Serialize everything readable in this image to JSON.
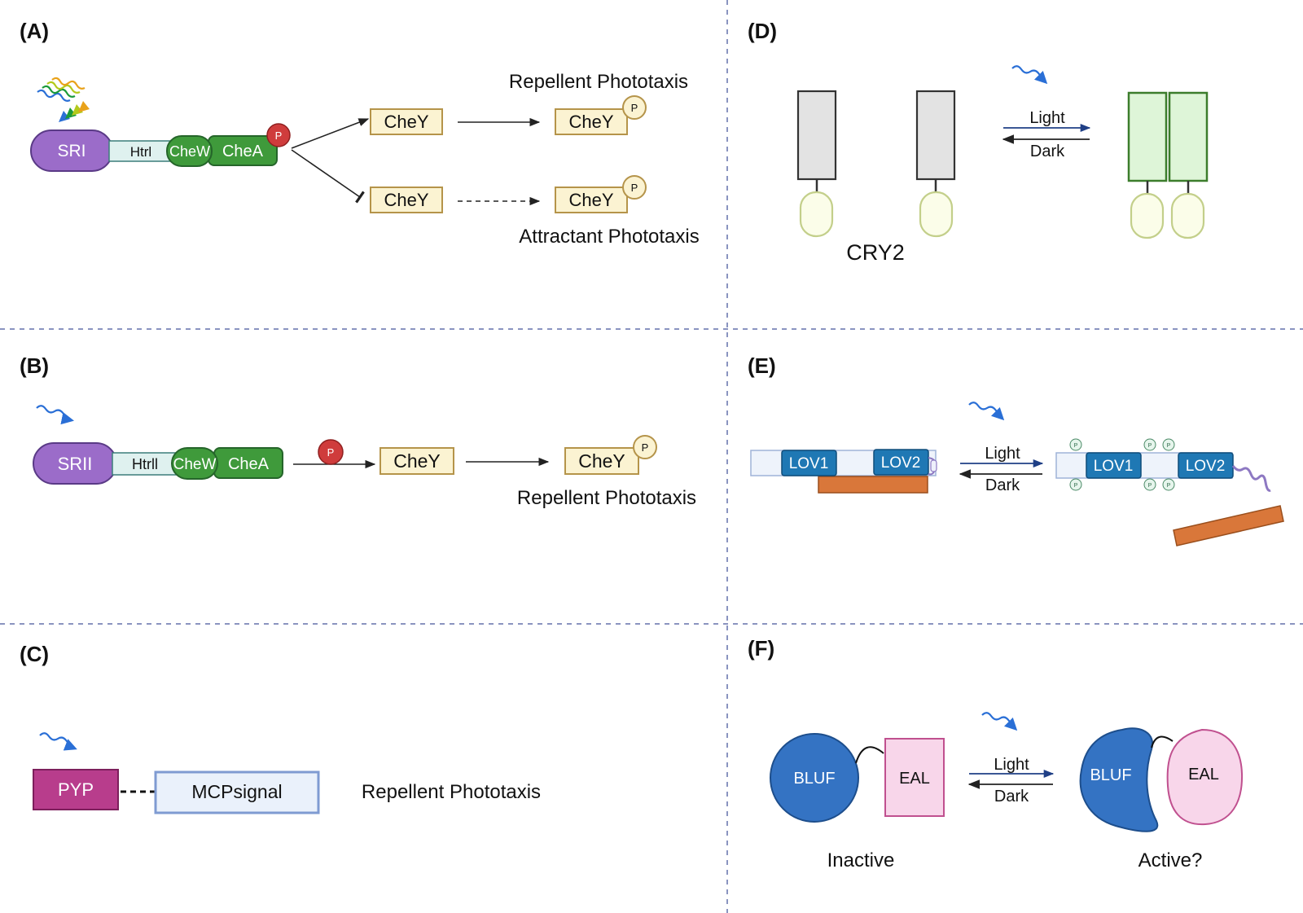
{
  "panels": {
    "a": {
      "label": "(A)",
      "sri": "SRI",
      "htrl": "Htrl",
      "chew": "CheW",
      "chea": "CheA",
      "p": "P",
      "chey": "CheY",
      "repellent": "Repellent Phototaxis",
      "attractant": "Attractant Phototaxis"
    },
    "b": {
      "label": "(B)",
      "srii": "SRII",
      "htrll": "Htrll",
      "chew": "CheW",
      "chea": "CheA",
      "p": "P",
      "chey": "CheY",
      "repellent": "Repellent Phototaxis"
    },
    "c": {
      "label": "(C)",
      "pyp": "PYP",
      "mcp": "MCPsignal",
      "repellent": "Repellent Phototaxis"
    },
    "d": {
      "label": "(D)",
      "light": "Light",
      "dark": "Dark",
      "cry2": "CRY2"
    },
    "e": {
      "label": "(E)",
      "lov1": "LOV1",
      "lov2": "LOV2",
      "light": "Light",
      "dark": "Dark",
      "p": "P"
    },
    "f": {
      "label": "(F)",
      "bluf": "BLUF",
      "eal": "EAL",
      "light": "Light",
      "dark": "Dark",
      "inactive": "Inactive",
      "active": "Active?"
    }
  },
  "colors": {
    "divider": "#8a94c0",
    "sr_purple": "#9b6cc9",
    "htr_fill": "#dff1ef",
    "che_green": "#3f9a3b",
    "phospho_red": "#cf3c3c",
    "chey_fill": "#fbf3d2",
    "chey_border": "#b5944a",
    "pyp_magenta": "#b83d8c",
    "mcp_fill": "#eaf1fb",
    "mcp_border": "#7f9bd2",
    "cry_grey": "#e3e3e3",
    "cry_green_fill": "#def5d8",
    "cry_green_border": "#3c7d2c",
    "lov_blue": "#1f78b4",
    "lov_bar": "#eef3fb",
    "orange_bar": "#d9773a",
    "bluf_blue": "#3473c3",
    "eal_pink": "#f8d6ea",
    "eal_border": "#c0508f",
    "light_arrow_blue": "#2a6fd6",
    "arrow_navy": "#1f3f86"
  }
}
